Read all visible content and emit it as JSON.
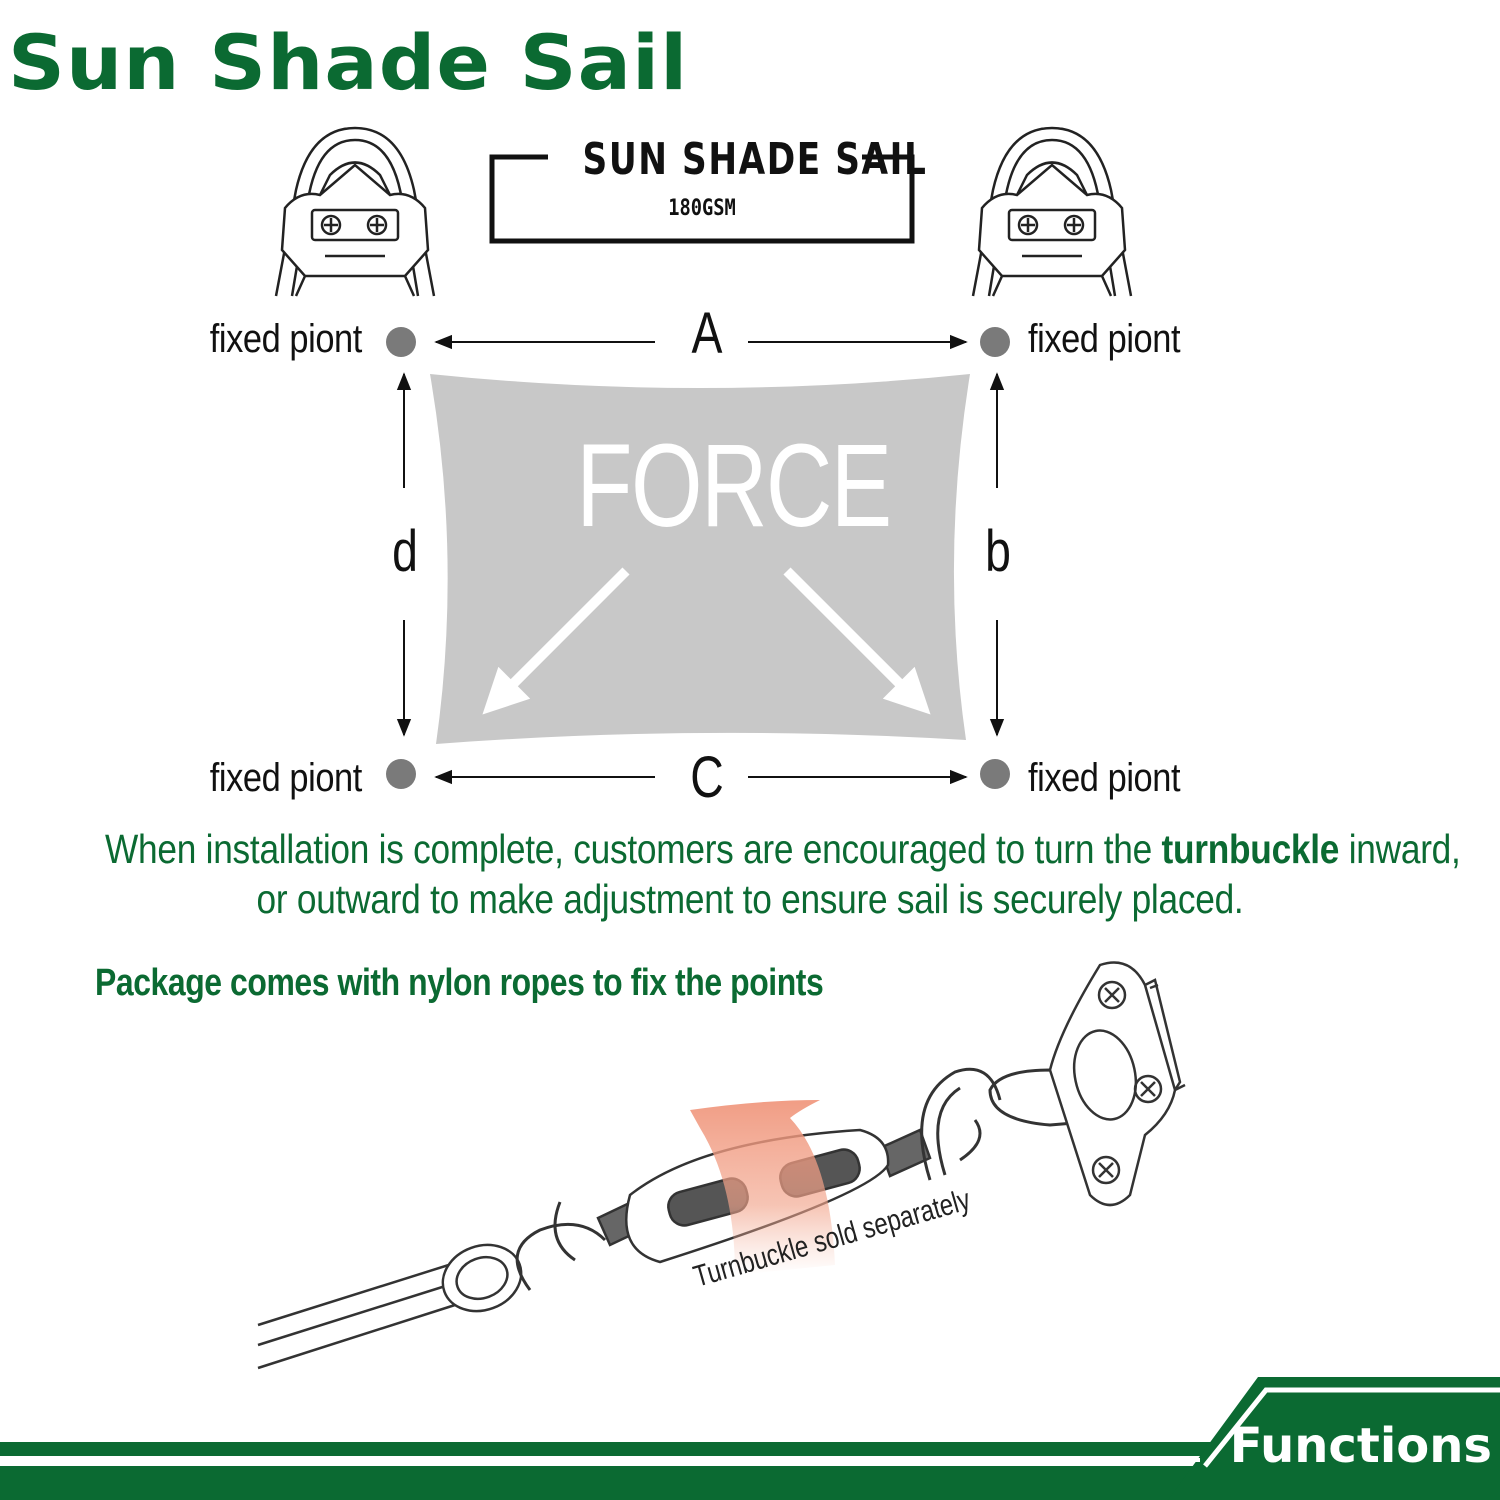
{
  "header": {
    "title": "Sun Shade Sail"
  },
  "badge": {
    "title": "SUN SHADE SAIL",
    "subtitle": "180GSM"
  },
  "diagram": {
    "points": {
      "top_left": "fixed piont",
      "top_right": "fixed piont",
      "bottom_left": "fixed piont",
      "bottom_right": "fixed piont"
    },
    "sides": {
      "top": "A",
      "right": "b",
      "bottom": "C",
      "left": "d"
    },
    "center_label": "FORCE"
  },
  "note": {
    "line1_before": "When installation is complete, customers are encouraged to turn the ",
    "line1_bold": "turnbuckle",
    "line1_after": " inward,",
    "line2": "or outward to make adjustment to ensure sail is securely placed."
  },
  "package_note": "Package comes with nylon ropes to fix the points",
  "illustration": {
    "caption": "Turnbuckle sold separately"
  },
  "footer": {
    "label": "Functions"
  },
  "colors": {
    "brand_green": "#0b6a32",
    "sail_gray": "#c8c8c8",
    "point_gray": "#7a7a7a"
  }
}
